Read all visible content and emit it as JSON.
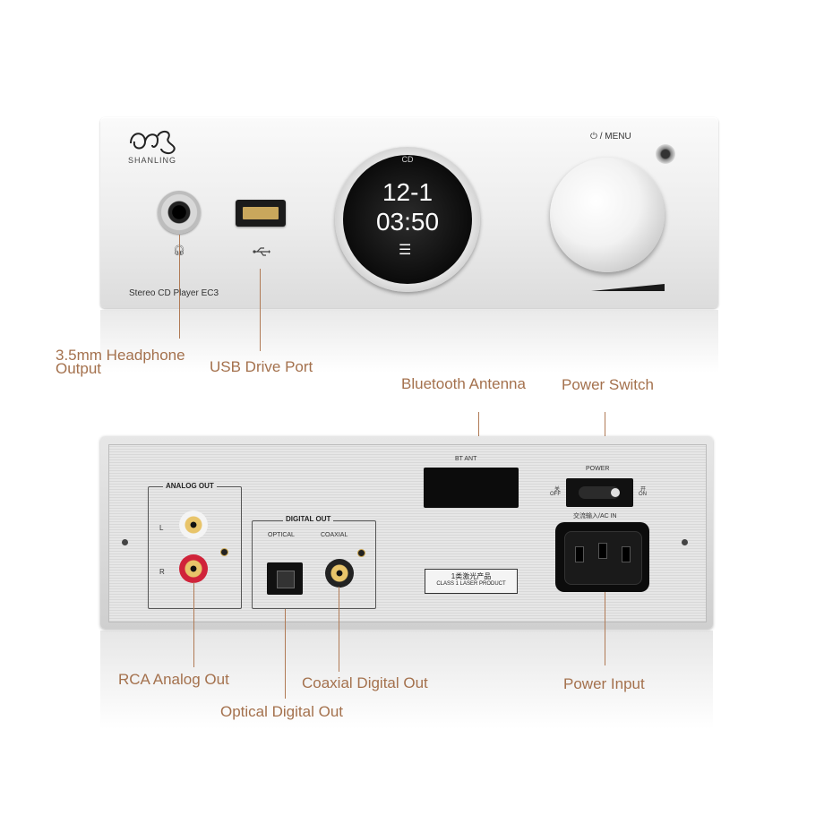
{
  "front_panel": {
    "brand": "SHANLING",
    "model": "Stereo CD Player  EC3",
    "menu_label": "⏻ / MENU",
    "display": {
      "source": "CD",
      "track": "12-1",
      "time": "03:50",
      "menu_glyph": "☰"
    },
    "headphone_icon": "headphone-icon",
    "usb_icon": "usb-icon"
  },
  "rear_panel": {
    "analog_out_title": "ANALOG OUT",
    "channel_left": "L",
    "channel_right": "R",
    "digital_out_title": "DIGITAL OUT",
    "optical_label": "OPTICAL",
    "coaxial_label": "COAXIAL",
    "bt_label": "BT ANT",
    "power_label": "POWER",
    "off_label_cn": "关",
    "off_label": "OFF",
    "on_label_cn": "开",
    "on_label": "ON",
    "ac_in_label": "交流输入/AC IN",
    "laser_label_cn": "1类激光产品",
    "laser_label": "CLASS 1 LASER PRODUCT"
  },
  "callouts": {
    "headphone_line1": "3.5mm Headphone",
    "headphone_line2": "Output",
    "usb": "USB Drive Port",
    "bluetooth": "Bluetooth Antenna",
    "power_switch": "Power Switch",
    "rca": "RCA Analog Out",
    "coaxial": "Coaxial Digital Out",
    "optical": "Optical Digital Out",
    "power_input": "Power Input"
  },
  "colors": {
    "callout_text": "#a4714d",
    "callout_line": "#b07a55",
    "rca_red": "#d0233a",
    "gold": "#e8c46a"
  }
}
